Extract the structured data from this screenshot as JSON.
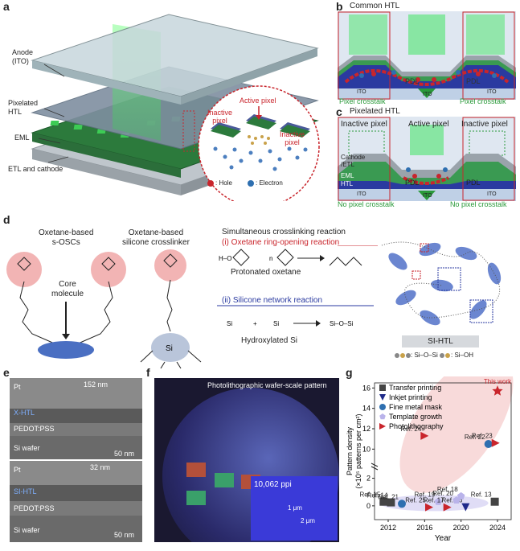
{
  "panels": {
    "a": {
      "letter": "a",
      "anode": "Anode\n(ITO)",
      "htl": "Pixelated\nHTL",
      "eml": "EML",
      "etl": "ETL and cathode",
      "inactive1": "Inactive\npixel",
      "active": "Active pixel",
      "inactive2": "Inactive\npixel",
      "legend_hole": ": Hole",
      "legend_electron": ": Electron"
    },
    "b": {
      "letter": "b",
      "title": "Common HTL",
      "pdl1": "PDL",
      "pdl2": "PDL",
      "ito1": "ITO",
      "ito2": "ITO",
      "ito3": "ITO",
      "crosstalk_left": "Pixel crosstalk",
      "crosstalk_right": "Pixel crosstalk"
    },
    "c": {
      "letter": "c",
      "title": "Pixelated HTL",
      "inactive_left": "Inactive pixel",
      "active": "Active pixel",
      "inactive_right": "Inactive pixel",
      "cathode": "Cathode\n/ETL",
      "eml": "EML",
      "htl": "HTL",
      "pdl1": "PDL",
      "pdl2": "PDL",
      "ito1": "ITO",
      "ito2": "ITO",
      "ito3": "ITO",
      "no_crosstalk_left": "No pixel crosstalk",
      "no_crosstalk_right": "No pixel crosstalk"
    },
    "d": {
      "letter": "d",
      "osc_title": "Oxetane-based\ns-OSCs",
      "crosslinker_title": "Oxetane-based\nsilicone crosslinker",
      "core": "Core\nmolecule",
      "reaction_title": "Simultaneous crosslinking reaction",
      "reaction_i": "(i) Oxetane ring-opening reaction",
      "protonated": "Protonated oxetane",
      "reaction_ii": "(ii) Silicone network reaction",
      "hydroxylated": "Hydroxylated Si",
      "si_htl": "SI-HTL",
      "legend_sios": ": Si–O–Si",
      "legend_sioh": ": Si–OH"
    },
    "e": {
      "letter": "e",
      "pt1": "Pt",
      "xhtl": "X-HTL",
      "len1": "152 nm",
      "pedot1": "PEDOT:PSS",
      "si1": "Si wafer",
      "scale1": "50 nm",
      "pt2": "Pt",
      "sihtl": "SI-HTL",
      "len2": "32 nm",
      "pedot2": "PEDOT:PSS",
      "si2": "Si wafer",
      "scale2": "50 nm"
    },
    "f": {
      "letter": "f",
      "caption": "Photolithographic wafer-scale pattern",
      "ppi": "10,062 ppi",
      "dim1": "1 μm",
      "dim2": "2 μm"
    },
    "g": {
      "letter": "g"
    }
  },
  "chart_data": {
    "type": "scatter",
    "xlabel": "Year",
    "ylabel": "Pattern density\n(×10⁵ patterns per cm²)",
    "xlim": [
      2010.5,
      2025.5
    ],
    "xticks": [
      2012,
      2016,
      2020,
      2024
    ],
    "yticks": [
      0,
      2,
      10,
      12,
      14,
      16
    ],
    "legend": [
      {
        "name": "Transfer printing",
        "color": "#444444",
        "marker": "square"
      },
      {
        "name": "Inkjet printing",
        "color": "#1f2a8a",
        "marker": "triangle-down"
      },
      {
        "name": "Fine metal mask",
        "color": "#2e6fb0",
        "marker": "circle"
      },
      {
        "name": "Template growth",
        "color": "#b9b3ea",
        "marker": "pentagon"
      },
      {
        "name": "Photolithography",
        "color": "#c9252c",
        "marker": "triangle-right"
      }
    ],
    "annotation": "This work",
    "points": [
      {
        "series": "Transfer printing",
        "x": 2011.5,
        "y": 0.3,
        "label": "Ref. 15"
      },
      {
        "series": "Transfer printing",
        "x": 2012.3,
        "y": 0.25,
        "label": "Ref. 14"
      },
      {
        "series": "Transfer printing",
        "x": 2023.7,
        "y": 0.3,
        "label": "Ref. 13"
      },
      {
        "series": "Inkjet printing",
        "x": 2020.5,
        "y": -0.1,
        "label": "Ref. 16"
      },
      {
        "series": "Fine metal mask",
        "x": 2013.5,
        "y": 0.15,
        "label": "Ref. 21"
      },
      {
        "series": "Fine metal mask",
        "x": 2023.0,
        "y": 10.5,
        "label": "Ref. 22"
      },
      {
        "series": "Template growth",
        "x": 2017.5,
        "y": 0.3,
        "label": "Ref. 19"
      },
      {
        "series": "Template growth",
        "x": 2019.5,
        "y": 0.4,
        "label": "Ref. 20"
      },
      {
        "series": "Template growth",
        "x": 2020.0,
        "y": 0.7,
        "label": "Ref. 18"
      },
      {
        "series": "Photolithography",
        "x": 2016.0,
        "y": 11.3,
        "label": "Ref. 24"
      },
      {
        "series": "Photolithography",
        "x": 2023.8,
        "y": 10.6,
        "label": "Ref. 23"
      },
      {
        "series": "Photolithography",
        "x": 2016.5,
        "y": -0.1,
        "label": "Ref. 25"
      },
      {
        "series": "Photolithography",
        "x": 2018.5,
        "y": -0.1,
        "label": "Ref. 17"
      },
      {
        "series": "Photolithography",
        "x": 2024.0,
        "y": 15.7,
        "label": "This work",
        "marker": "star"
      }
    ]
  }
}
